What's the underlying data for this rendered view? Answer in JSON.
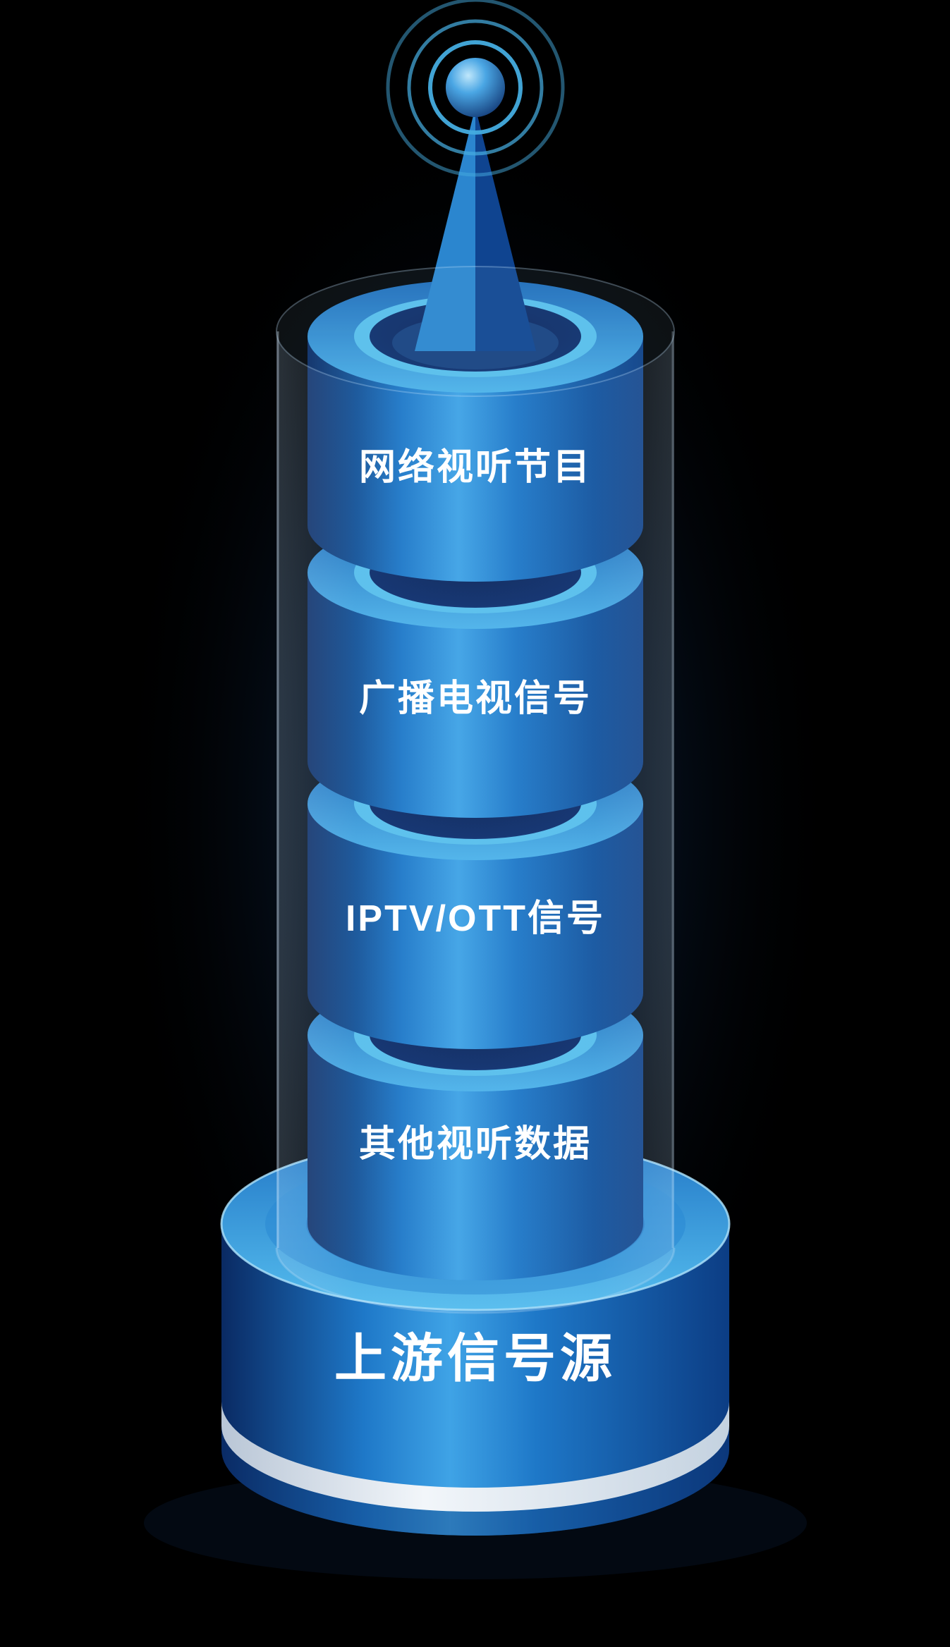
{
  "illustration": {
    "name": "upstream-signal-source-tower",
    "antenna_icon": "broadcast-antenna-with-signal-waves"
  },
  "tower": {
    "segments": [
      {
        "label": "网络视听节目"
      },
      {
        "label": "广播电视信号"
      },
      {
        "label": "IPTV/OTT信号"
      },
      {
        "label": "其他视听数据"
      }
    ],
    "base_label": "上游信号源"
  },
  "colors": {
    "background": "#000000",
    "bright_blue": "#3fa3e6",
    "mid_blue": "#1e78c8",
    "dark_navy": "#0a2a63",
    "hole_navy": "#0d2d6b",
    "ring_cyan": "#45acdf",
    "stripe_white": "#f2f6fa",
    "text": "#ffffff"
  }
}
